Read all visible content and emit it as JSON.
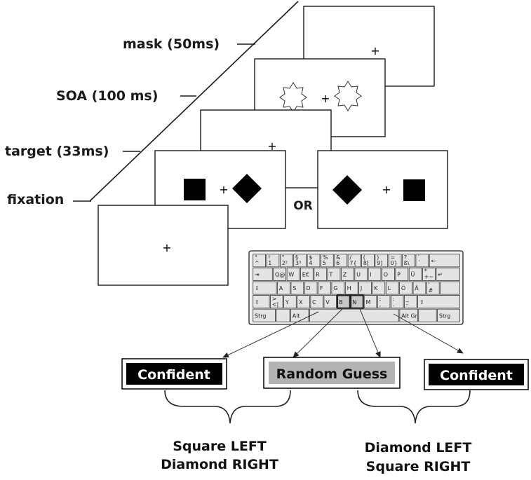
{
  "timeline": {
    "stages": [
      {
        "id": "mask",
        "label": "mask (50ms)"
      },
      {
        "id": "soa",
        "label": "SOA (100 ms)"
      },
      {
        "id": "target",
        "label": "target (33ms)"
      },
      {
        "id": "fixation",
        "label": "fixation"
      }
    ],
    "fixation_symbol": "+",
    "or_label": "OR"
  },
  "keyboard": {
    "rows": [
      [
        {
          "l": "°\n^",
          "w": 1
        },
        {
          "l": "!\n1",
          "w": 1
        },
        {
          "l": "\"\n2²",
          "w": 1
        },
        {
          "l": "§\n3³",
          "w": 1
        },
        {
          "l": "$\n4",
          "w": 1
        },
        {
          "l": "%\n5",
          "w": 1
        },
        {
          "l": "&\n6",
          "w": 1
        },
        {
          "l": "/\n7{",
          "w": 1
        },
        {
          "l": "(\n8[",
          "w": 1
        },
        {
          "l": ")\n9]",
          "w": 1
        },
        {
          "l": "=\n0}",
          "w": 1
        },
        {
          "l": "?\nß\\",
          "w": 1
        },
        {
          "l": "`\n´",
          "w": 1
        },
        {
          "l": "←",
          "w": 2.3
        }
      ],
      [
        {
          "l": "⇥",
          "w": 1.5
        },
        {
          "l": "Q@",
          "w": 1
        },
        {
          "l": "W",
          "w": 1
        },
        {
          "l": "E€",
          "w": 1
        },
        {
          "l": "R",
          "w": 1
        },
        {
          "l": "T",
          "w": 1
        },
        {
          "l": "Z",
          "w": 1
        },
        {
          "l": "U",
          "w": 1
        },
        {
          "l": "I",
          "w": 1
        },
        {
          "l": "O",
          "w": 1
        },
        {
          "l": "P",
          "w": 1
        },
        {
          "l": "Ü",
          "w": 1
        },
        {
          "l": "*\n+~",
          "w": 1
        },
        {
          "l": "↵",
          "w": 1.8
        }
      ],
      [
        {
          "l": "⇩",
          "w": 1.8
        },
        {
          "l": "A",
          "w": 1
        },
        {
          "l": "S",
          "w": 1
        },
        {
          "l": "D",
          "w": 1
        },
        {
          "l": "F",
          "w": 1
        },
        {
          "l": "G",
          "w": 1
        },
        {
          "l": "H",
          "w": 1
        },
        {
          "l": "J",
          "w": 1
        },
        {
          "l": "K",
          "w": 1
        },
        {
          "l": "L",
          "w": 1
        },
        {
          "l": "Ö",
          "w": 1
        },
        {
          "l": "Ä",
          "w": 1
        },
        {
          "l": "'\n#",
          "w": 1
        },
        {
          "l": "",
          "w": 1.5
        }
      ],
      [
        {
          "l": "⇧",
          "w": 1.3
        },
        {
          "l": ">\n<|",
          "w": 1
        },
        {
          "l": "Y",
          "w": 1
        },
        {
          "l": "X",
          "w": 1
        },
        {
          "l": "C",
          "w": 1
        },
        {
          "l": "V",
          "w": 1
        },
        {
          "l": "B",
          "w": 1,
          "hl": true
        },
        {
          "l": "N",
          "w": 1,
          "hl": true
        },
        {
          "l": "M",
          "w": 1
        },
        {
          "l": ";\n,",
          "w": 1
        },
        {
          "l": ":\n.",
          "w": 1
        },
        {
          "l": "_\n-",
          "w": 1
        },
        {
          "l": "⇧",
          "w": 3.2
        }
      ],
      [
        {
          "l": "Strg",
          "w": 1.6
        },
        {
          "l": "",
          "w": 1
        },
        {
          "l": "Alt",
          "w": 1.3
        },
        {
          "l": "",
          "w": 6.2
        },
        {
          "l": "Alt Gr",
          "w": 1.3
        },
        {
          "l": "",
          "w": 1.3
        },
        {
          "l": "Strg",
          "w": 1.6
        }
      ]
    ]
  },
  "responses": {
    "left_confident": "Confident",
    "random_guess": "Random Guess",
    "right_confident": "Confident"
  },
  "mappings": {
    "left": {
      "line1": "Square LEFT",
      "line2": "Diamond RIGHT"
    },
    "right": {
      "line1": "Diamond LEFT",
      "line2": "Square RIGHT"
    }
  },
  "colors": {
    "confident_bg": "#000000",
    "confident_text": "#ffffff",
    "guess_bg": "#b3b3b3",
    "guess_text": "#111111",
    "ink": "#1a1a1a"
  }
}
